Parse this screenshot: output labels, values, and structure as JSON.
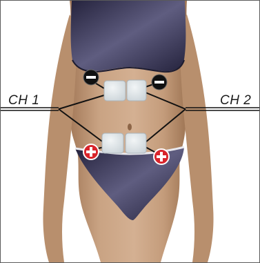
{
  "labels": {
    "ch1": "CH 1",
    "ch2": "CH 2"
  },
  "colors": {
    "background": "#ffffff",
    "skin": "#c9a383",
    "skin_shadow": "#a8805f",
    "garment": "#2f2d4a",
    "garment_highlight": "#6e6c8e",
    "pad": "#dde4e8",
    "pad_edge": "#b9c3c9",
    "lead_wire": "#111111",
    "negative_terminal": "#111111",
    "positive_terminal": "#d8242b"
  },
  "electrodes": {
    "channel_1": {
      "negative_pad": "upper-left",
      "positive_pad": "lower-left",
      "negative_terminal_icon": "minus-circle-icon",
      "positive_terminal_icon": "plus-circle-icon"
    },
    "channel_2": {
      "negative_pad": "upper-right",
      "positive_pad": "lower-right",
      "negative_terminal_icon": "minus-circle-icon",
      "positive_terminal_icon": "plus-circle-icon"
    }
  }
}
